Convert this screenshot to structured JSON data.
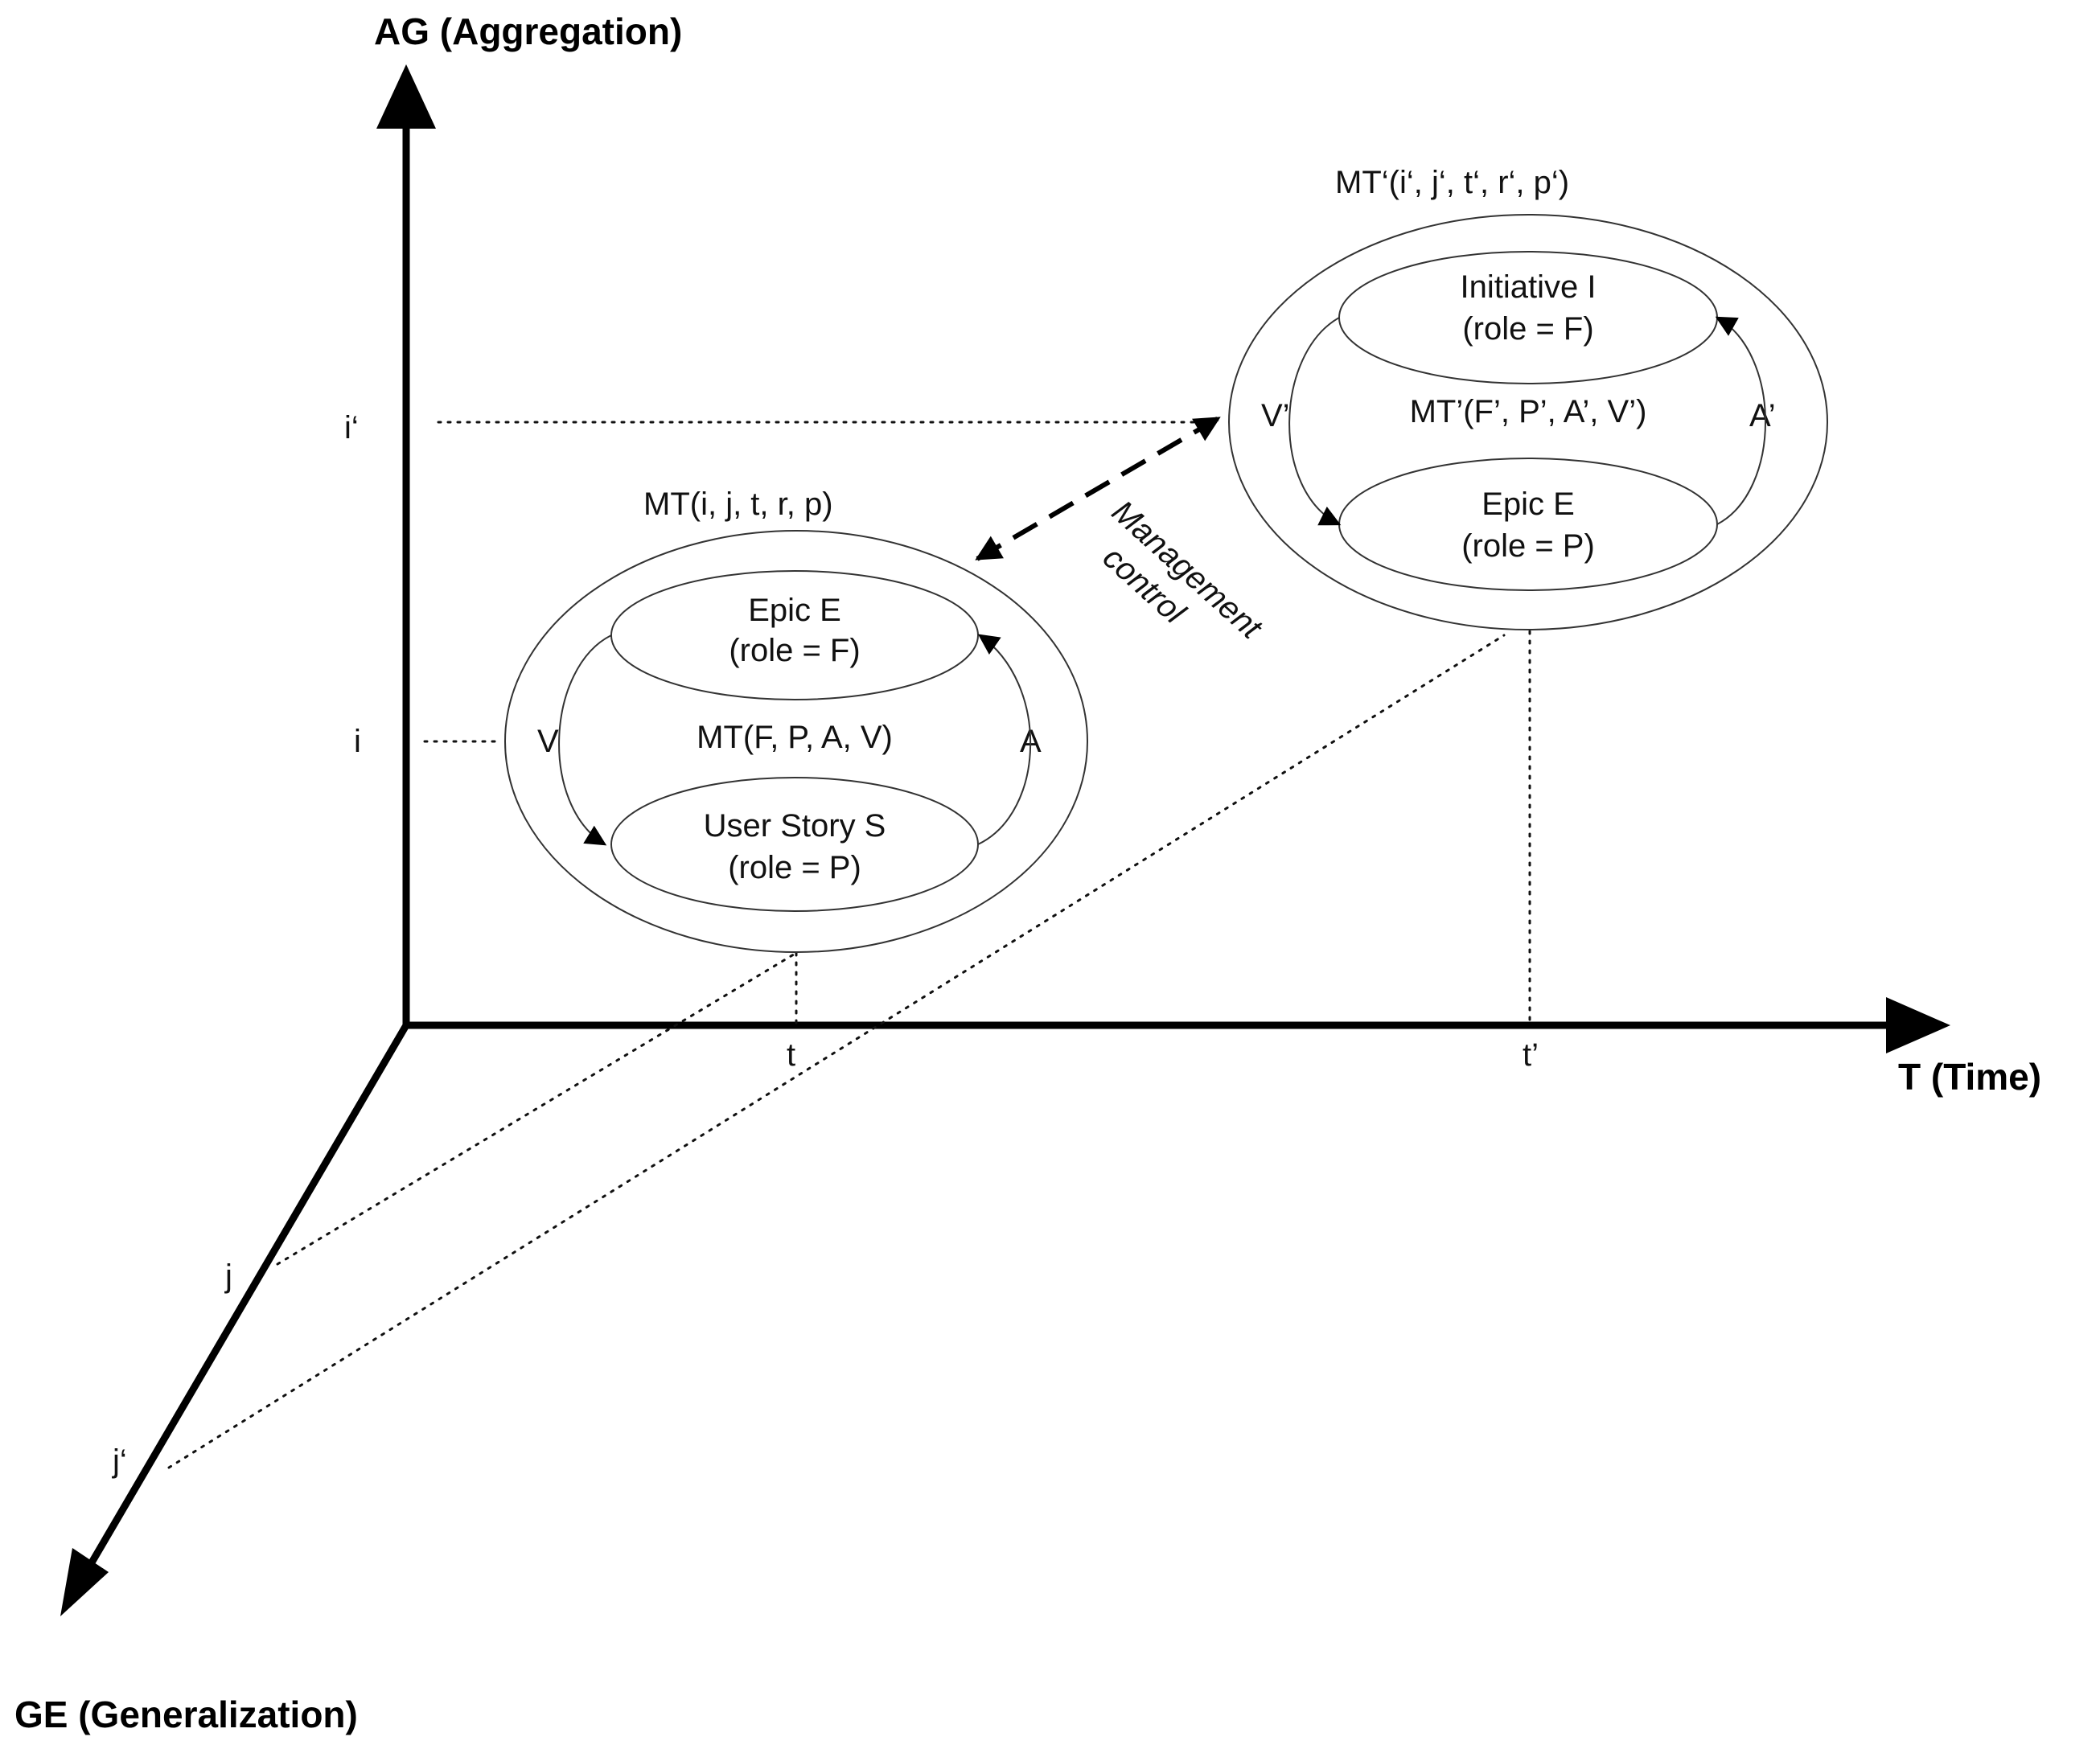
{
  "axes": {
    "aggregation": "AG (Aggregation)",
    "time": "T (Time)",
    "generalization": "GE (Generalization)"
  },
  "ticks": {
    "i": "i",
    "i_prime": "i‘",
    "t": "t",
    "t_prime": "t’",
    "j": "j",
    "j_prime": "j‘"
  },
  "mt_lower": {
    "title": "MT(i, j, t, r, p)",
    "top_node": [
      "Epic E",
      "(role = F)"
    ],
    "bottom_node": [
      "User Story S",
      "(role = P)"
    ],
    "center_label": "MT(F, P, A, V)",
    "left_arrow": "V",
    "right_arrow": "A"
  },
  "mt_upper": {
    "title": "MT‘(i‘, j‘, t‘, r‘, p‘)",
    "top_node": [
      "Initiative I",
      "(role = F)"
    ],
    "bottom_node": [
      "Epic E",
      "(role = P)"
    ],
    "center_label": "MT’(F’, P’, A’, V’)",
    "left_arrow": "V’",
    "right_arrow": "A’"
  },
  "connector": {
    "label_line1": "Management",
    "label_line2": "control"
  },
  "colors": {
    "stroke": "#000000",
    "thin_stroke": "#333333",
    "background": "#ffffff"
  }
}
